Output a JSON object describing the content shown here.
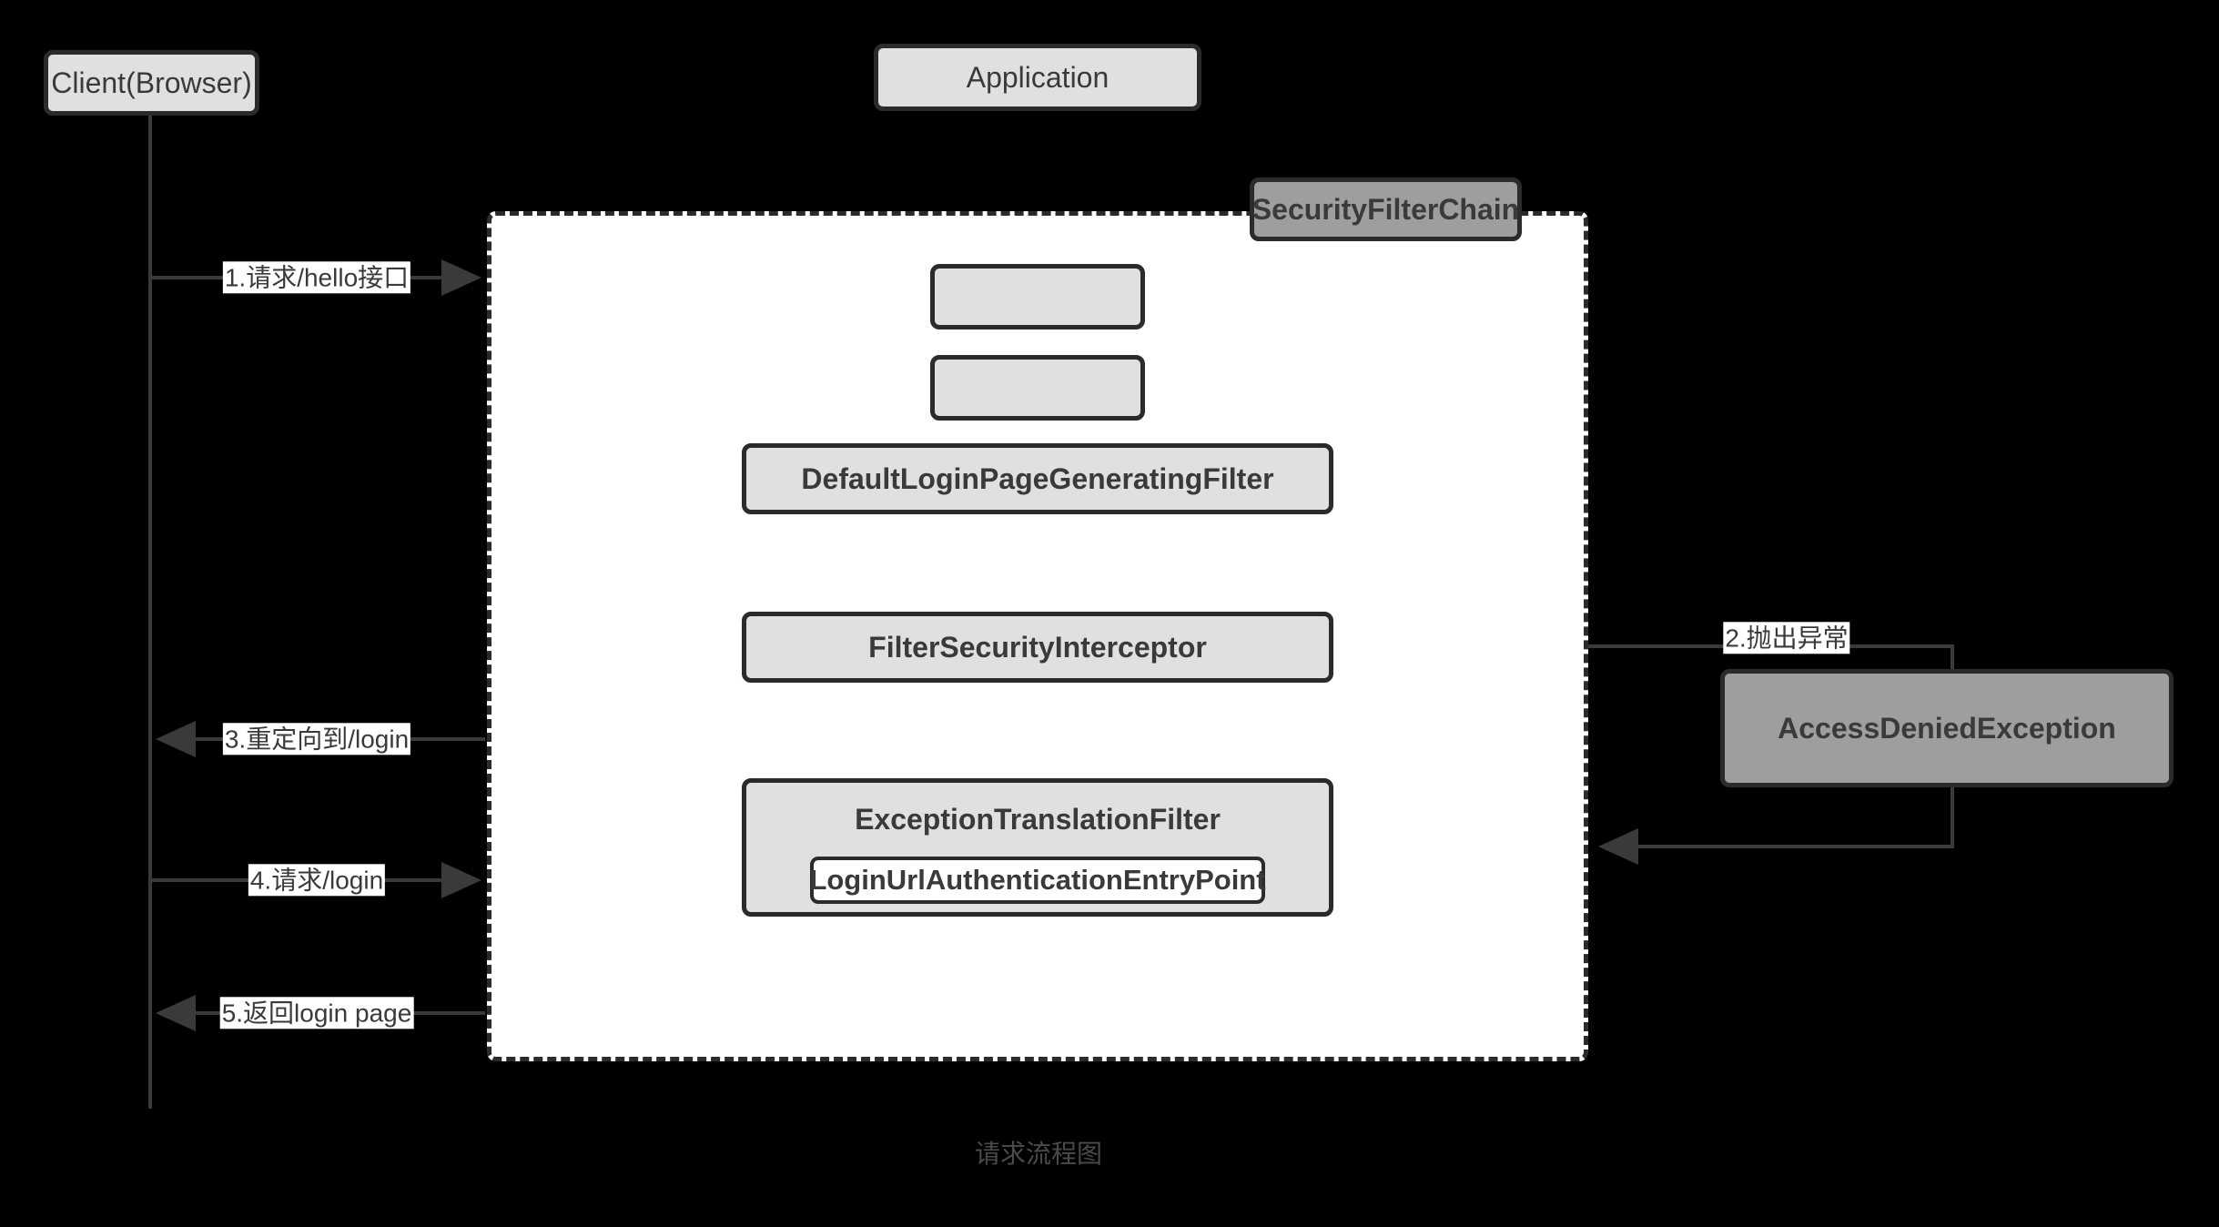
{
  "diagram": {
    "caption": "请求流程图",
    "background_color": "#000000",
    "panel_color": "#ffffff",
    "box_fill_light": "#e0e0e0",
    "box_fill_mid": "#9e9e9e",
    "stroke_color": "#2b2b2b",
    "text_color": "#3a3a3a"
  },
  "nodes": {
    "client": {
      "label": "Client(Browser)"
    },
    "application": {
      "label": "Application"
    },
    "security_filter_chain": {
      "label": "SecurityFilterChain"
    },
    "filter_empty_1": {
      "label": ""
    },
    "filter_empty_2": {
      "label": ""
    },
    "default_login_page_filter": {
      "label": "DefaultLoginPageGeneratingFilter"
    },
    "filter_security_interceptor": {
      "label": "FilterSecurityInterceptor"
    },
    "exception_translation_filter": {
      "label": "ExceptionTranslationFilter"
    },
    "login_url_entry_point": {
      "label": "LoginUrlAuthenticationEntryPoint"
    },
    "access_denied_exception": {
      "label": "AccessDeniedException"
    }
  },
  "edges": [
    {
      "id": "e1",
      "label": "1.请求/hello接口",
      "from": "client",
      "to": "security_filter_chain",
      "direction": "right"
    },
    {
      "id": "e2",
      "label": "2.抛出异常",
      "from": "filter_security_interceptor",
      "to": "access_denied_exception",
      "direction": "right"
    },
    {
      "id": "e3",
      "label": "3.重定向到/login",
      "from": "security_filter_chain",
      "to": "client",
      "direction": "left"
    },
    {
      "id": "e4",
      "label": "4.请求/login",
      "from": "client",
      "to": "security_filter_chain",
      "direction": "right"
    },
    {
      "id": "e5",
      "label": "5.返回login page",
      "from": "security_filter_chain",
      "to": "client",
      "direction": "left"
    }
  ]
}
